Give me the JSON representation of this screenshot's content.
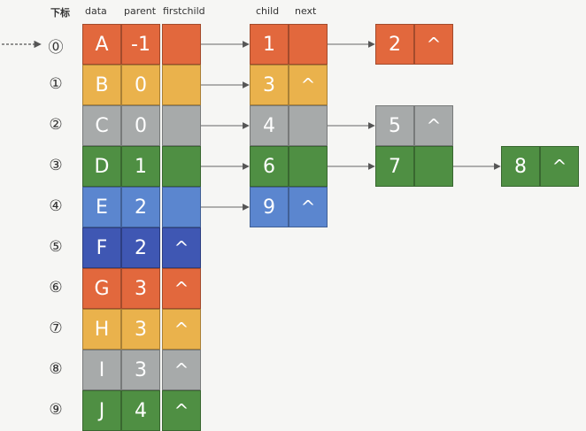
{
  "headers": {
    "index": "下标",
    "data": "data",
    "parent": "parent",
    "firstchild": "firstchild",
    "child": "child",
    "next": "next"
  },
  "colors": {
    "red": "#e2683d",
    "yellow": "#eab24c",
    "gray": "#a7aaaa",
    "green": "#4f8f43",
    "blue": "#5b86cf",
    "navy": "#3f57b3"
  },
  "null_symbol": "^",
  "nodes": [
    {
      "index": "⓪",
      "data": "A",
      "parent": "-1",
      "color": "red",
      "children": [
        {
          "child": "1",
          "next": "",
          "color": "red"
        },
        {
          "child": "2",
          "next": "^",
          "color": "red"
        }
      ]
    },
    {
      "index": "①",
      "data": "B",
      "parent": "0",
      "color": "yellow",
      "children": [
        {
          "child": "3",
          "next": "^",
          "color": "yellow"
        }
      ]
    },
    {
      "index": "②",
      "data": "C",
      "parent": "0",
      "color": "gray",
      "children": [
        {
          "child": "4",
          "next": "",
          "color": "gray"
        },
        {
          "child": "5",
          "next": "^",
          "color": "gray"
        }
      ]
    },
    {
      "index": "③",
      "data": "D",
      "parent": "1",
      "color": "green",
      "children": [
        {
          "child": "6",
          "next": "",
          "color": "green"
        },
        {
          "child": "7",
          "next": "",
          "color": "green"
        },
        {
          "child": "8",
          "next": "^",
          "color": "green"
        }
      ]
    },
    {
      "index": "④",
      "data": "E",
      "parent": "2",
      "color": "blue",
      "children": [
        {
          "child": "9",
          "next": "^",
          "color": "blue"
        }
      ]
    },
    {
      "index": "⑤",
      "data": "F",
      "parent": "2",
      "color": "navy",
      "firstchild": "^",
      "children": []
    },
    {
      "index": "⑥",
      "data": "G",
      "parent": "3",
      "color": "red",
      "firstchild": "^",
      "children": []
    },
    {
      "index": "⑦",
      "data": "H",
      "parent": "3",
      "color": "yellow",
      "firstchild": "^",
      "children": []
    },
    {
      "index": "⑧",
      "data": "I",
      "parent": "3",
      "color": "gray",
      "firstchild": "^",
      "children": []
    },
    {
      "index": "⑨",
      "data": "J",
      "parent": "4",
      "color": "green",
      "firstchild": "^",
      "children": []
    }
  ]
}
